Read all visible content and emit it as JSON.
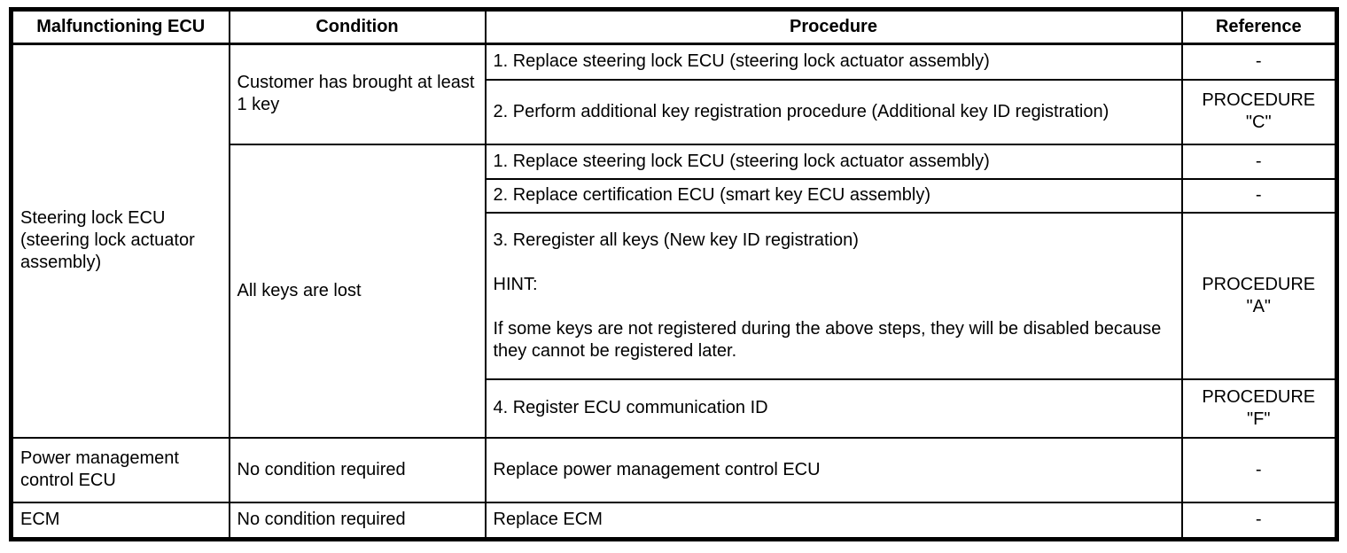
{
  "header": {
    "malfunctioning_ecu": "Malfunctioning ECU",
    "condition": "Condition",
    "procedure": "Procedure",
    "reference": "Reference"
  },
  "ecus": [
    {
      "name": "Steering lock ECU (steering lock actuator assembly)",
      "conditions": [
        {
          "label": "Customer has brought at least 1 key",
          "procedures": [
            {
              "text": "1. Replace steering lock ECU (steering lock actuator assembly)",
              "reference": "-"
            },
            {
              "text": "2. Perform additional key registration procedure (Additional key ID registration)",
              "reference": "PROCEDURE \"C\""
            }
          ]
        },
        {
          "label": "All keys are lost",
          "procedures": [
            {
              "text": "1. Replace steering lock ECU (steering lock actuator assembly)",
              "reference": "-"
            },
            {
              "text": "2. Replace certification ECU (smart key ECU assembly)",
              "reference": "-"
            },
            {
              "text": "3. Reregister all keys (New key ID registration)",
              "hint_label": "HINT:",
              "hint_text": "If some keys are not registered during the above steps, they will be disabled because they cannot be registered later.",
              "reference": "PROCEDURE \"A\""
            },
            {
              "text": "4. Register ECU communication ID",
              "reference": "PROCEDURE \"F\""
            }
          ]
        }
      ]
    },
    {
      "name": "Power management control ECU",
      "conditions": [
        {
          "label": "No condition required",
          "procedures": [
            {
              "text": "Replace power management control ECU",
              "reference": "-"
            }
          ]
        }
      ]
    },
    {
      "name": "ECM",
      "conditions": [
        {
          "label": "No condition required",
          "procedures": [
            {
              "text": "Replace ECM",
              "reference": "-"
            }
          ]
        }
      ]
    }
  ]
}
